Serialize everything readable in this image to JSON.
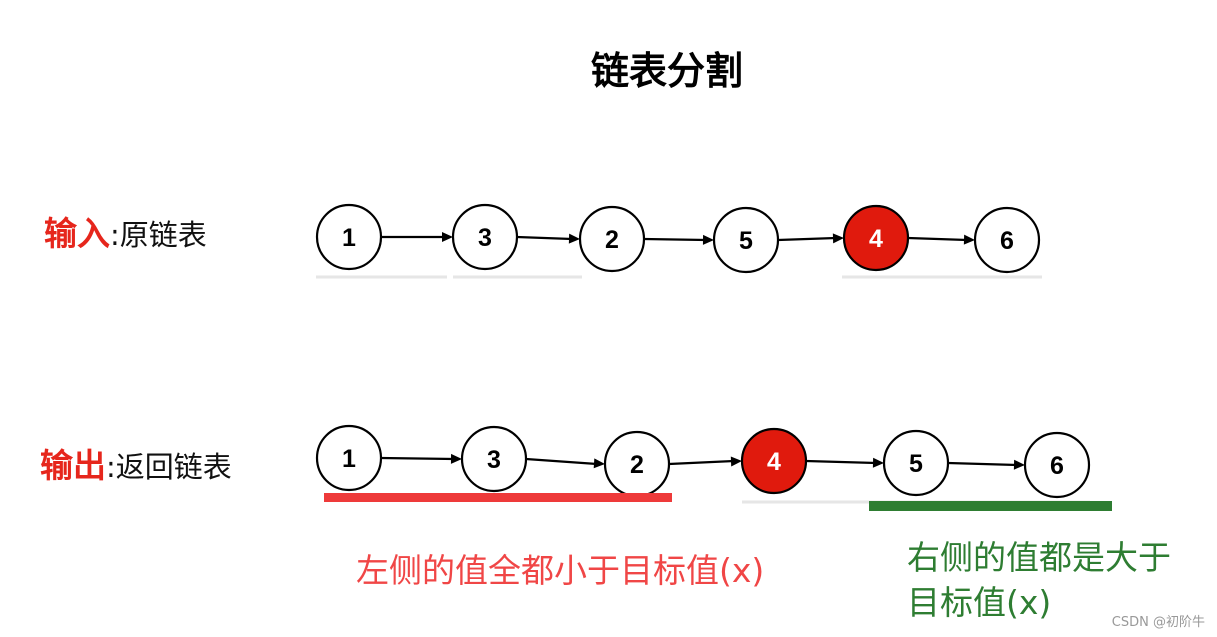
{
  "title": "链表分割",
  "colors": {
    "highlight_node": "#e01a0d",
    "label_key_red": "#e6261c",
    "left_group": "#ee3a3a",
    "right_group": "#2e7d32",
    "left_group_text": "#f04646",
    "right_group_text": "#2e7d32"
  },
  "input_row": {
    "key": "输入",
    "desc": ":原链表",
    "nodes": [
      "1",
      "3",
      "2",
      "5",
      "4",
      "6"
    ],
    "highlight": "4"
  },
  "output_row": {
    "key": "输出",
    "desc": ":返回链表",
    "nodes": [
      "1",
      "3",
      "2",
      "4",
      "5",
      "6"
    ],
    "highlight": "4"
  },
  "left_group": {
    "text": "左侧的值全都小于目标值(x)"
  },
  "right_group": {
    "line1": "右侧的值都是大于",
    "line2": "目标值(x)"
  },
  "watermark": "CSDN @初阶牛"
}
